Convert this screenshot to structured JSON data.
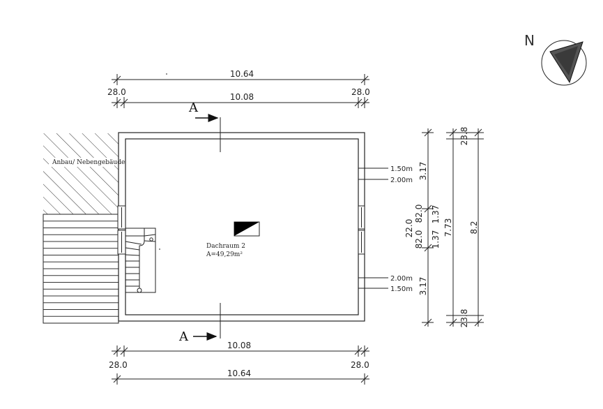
{
  "plan": {
    "room_name": "Dachraum 2",
    "room_area": "A=49,29m²",
    "annex_label": "Anbau/ Nebengebäude",
    "section_marker": "A",
    "north_label": "N",
    "dims_top": {
      "overall": "10.64",
      "inner": "10.08",
      "left_wall": "28.0",
      "right_wall": "28.0"
    },
    "dims_bottom": {
      "inner": "10.08",
      "overall": "10.64",
      "left_wall": "28.0",
      "right_wall": "28.0"
    },
    "windows_right": {
      "upper_height_1": "1.50m",
      "upper_height_2": "2.00m",
      "lower_height_2": "2.00m",
      "lower_height_1": "1.50m"
    },
    "dims_right": {
      "c1_top": "3.17",
      "c1_bottom": "3.17",
      "c1_mid_a": "22.0",
      "c1_mid_b": "82.0",
      "c1_mid_c": "82.0",
      "c1_mid_d": "1.37",
      "c2_a": "1.37",
      "c2_b": "7.73",
      "c3_top": "23.8",
      "c3_main": "8.2",
      "c3_bottom": "23.8"
    }
  }
}
